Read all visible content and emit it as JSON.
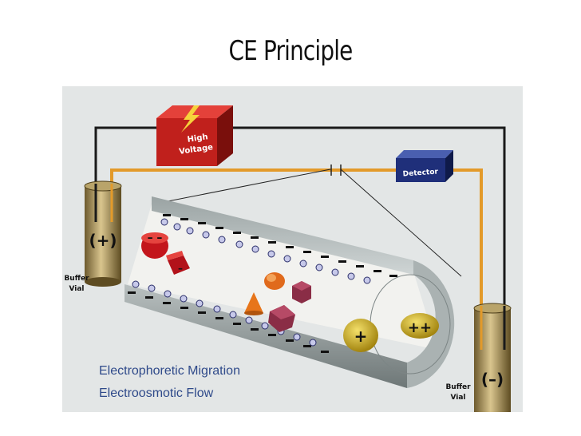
{
  "title": "CE Principle",
  "labels": {
    "high_voltage_line1": "High",
    "high_voltage_line2": "Voltage",
    "detector": "Detector",
    "buffer_vial_left_line1": "Buffer",
    "buffer_vial_left_line2": "Vial",
    "buffer_vial_right_line1": "Buffer",
    "buffer_vial_right_line2": "Vial",
    "polarity_left": "(+)",
    "polarity_right": "(–)",
    "cation_single": "+",
    "cation_double": "++",
    "anion_double": "– –",
    "anion_single": "–"
  },
  "captions": {
    "migration": "Electrophoretic Migration",
    "flow": "Electroosmotic Flow"
  },
  "colors": {
    "slide_background": "#ffffff",
    "diagram_background": "#e3e6e6",
    "capillary_wire": "#e39a2a",
    "power_wire": "#1a1a1a",
    "high_voltage_box": "#c0201c",
    "detector_box": "#1f2f7a",
    "cation": "#d6b21a",
    "anion": "#c3161c",
    "caption_text": "#2f4a8a"
  }
}
